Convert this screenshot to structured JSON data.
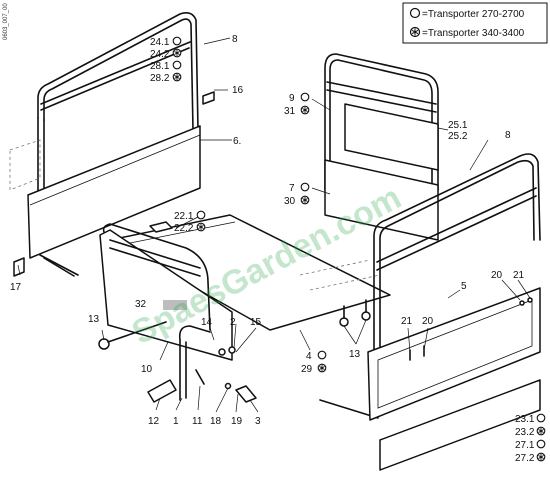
{
  "diagram_ref": "0603_007_00",
  "legend": [
    {
      "symbol": "circle-icon",
      "label": "=Transporter  270-2700"
    },
    {
      "symbol": "star-circle-icon",
      "label": "=Transporter  340-3400"
    }
  ],
  "watermark": "SpaesGarden.com",
  "callouts": {
    "c24_1": "24.1",
    "c24_2": "24.2",
    "c28_1": "28.1",
    "c28_2": "28.2",
    "c8a": "8",
    "c16": "16",
    "c6": "6.",
    "c9": "9",
    "c31": "31",
    "c25_1": "25.1",
    "c25_2": "25.2",
    "c8b": "8",
    "c7": "7",
    "c30": "30",
    "c22_1": "22.1",
    "c22_2": "22.2",
    "c17": "17",
    "c20a": "20",
    "c21a": "21",
    "c5": "5",
    "c32": "32",
    "c13a": "13",
    "c14": "14",
    "c2": "2",
    "c15": "15",
    "c4": "4",
    "c29": "29",
    "c13b": "13",
    "c21b": "21",
    "c20b": "20",
    "c10": "10",
    "c12": "12",
    "c1": "1",
    "c11": "11",
    "c18": "18",
    "c19": "19",
    "c3": "3",
    "c23_1": "23.1",
    "c23_2": "23.2",
    "c27_1": "27.1",
    "c27_2": "27.2"
  }
}
